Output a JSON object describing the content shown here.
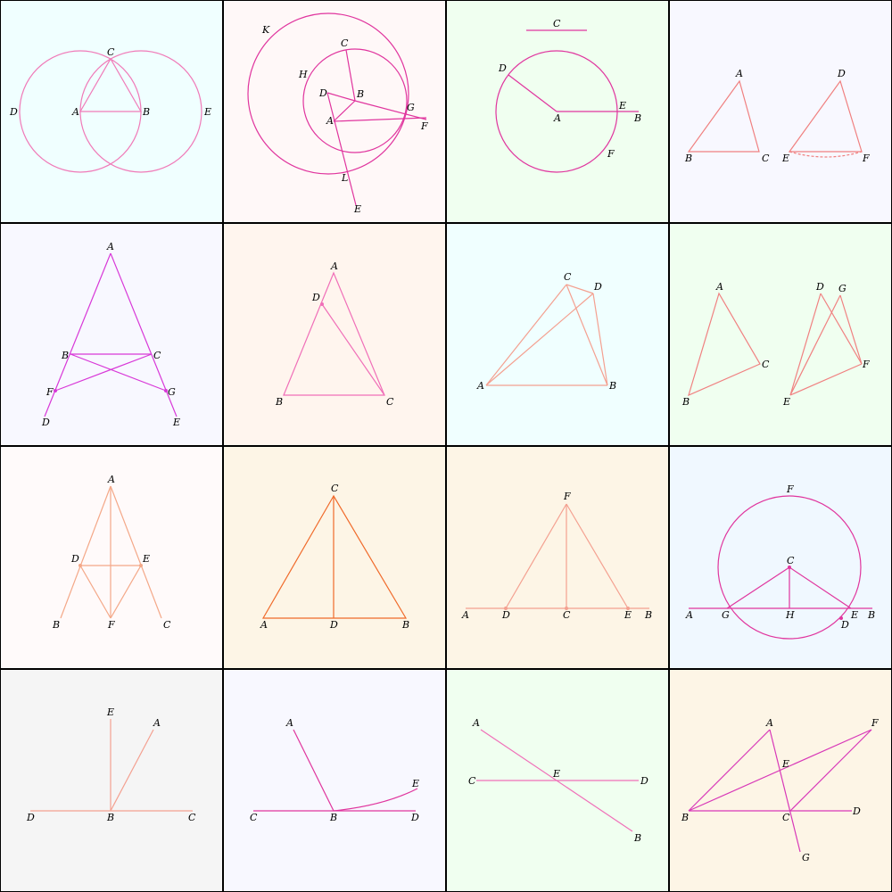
{
  "panels": [
    {
      "id": "p1",
      "bg": "#f0ffff",
      "stroke": "#f07ab8",
      "labels": [
        {
          "t": "C",
          "id": "c"
        },
        {
          "t": "D",
          "id": "d"
        },
        {
          "t": "A",
          "id": "a"
        },
        {
          "t": "B",
          "id": "b"
        },
        {
          "t": "E",
          "id": "e"
        }
      ]
    },
    {
      "id": "p2",
      "bg": "#fff8f8",
      "stroke": "#e0359e",
      "labels": [
        {
          "t": "K",
          "id": "k"
        },
        {
          "t": "C",
          "id": "c"
        },
        {
          "t": "H",
          "id": "h"
        },
        {
          "t": "D",
          "id": "d"
        },
        {
          "t": "B",
          "id": "b"
        },
        {
          "t": "A",
          "id": "a"
        },
        {
          "t": "G",
          "id": "g"
        },
        {
          "t": "F",
          "id": "f"
        },
        {
          "t": "L",
          "id": "l"
        },
        {
          "t": "E",
          "id": "e"
        }
      ]
    },
    {
      "id": "p3",
      "bg": "#f0fff0",
      "stroke": "#e0359e",
      "labels": [
        {
          "t": "C",
          "id": "c"
        },
        {
          "t": "D",
          "id": "d"
        },
        {
          "t": "A",
          "id": "a"
        },
        {
          "t": "E",
          "id": "e"
        },
        {
          "t": "B",
          "id": "b"
        },
        {
          "t": "F",
          "id": "f"
        }
      ]
    },
    {
      "id": "p4",
      "bg": "#f8f8ff",
      "stroke": "#f08080",
      "labels": [
        {
          "t": "A",
          "id": "a"
        },
        {
          "t": "B",
          "id": "b"
        },
        {
          "t": "C",
          "id": "c"
        },
        {
          "t": "D",
          "id": "d"
        },
        {
          "t": "E",
          "id": "e"
        },
        {
          "t": "F",
          "id": "f"
        }
      ]
    },
    {
      "id": "p5",
      "bg": "#f8f8ff",
      "stroke": "#d838d8",
      "labels": [
        {
          "t": "A",
          "id": "a"
        },
        {
          "t": "B",
          "id": "b"
        },
        {
          "t": "C",
          "id": "c"
        },
        {
          "t": "F",
          "id": "f"
        },
        {
          "t": "G",
          "id": "g"
        },
        {
          "t": "D",
          "id": "d"
        },
        {
          "t": "E",
          "id": "e"
        }
      ]
    },
    {
      "id": "p6",
      "bg": "#fff5ee",
      "stroke": "#f06fb8",
      "labels": [
        {
          "t": "A",
          "id": "a"
        },
        {
          "t": "D",
          "id": "d"
        },
        {
          "t": "B",
          "id": "b"
        },
        {
          "t": "C",
          "id": "c"
        }
      ]
    },
    {
      "id": "p7",
      "bg": "#f0ffff",
      "stroke": "#f4a090",
      "labels": [
        {
          "t": "C",
          "id": "c"
        },
        {
          "t": "D",
          "id": "d"
        },
        {
          "t": "A",
          "id": "a"
        },
        {
          "t": "B",
          "id": "b"
        }
      ]
    },
    {
      "id": "p8",
      "bg": "#f0fff0",
      "stroke": "#f08080",
      "labels": [
        {
          "t": "A",
          "id": "a"
        },
        {
          "t": "C",
          "id": "c"
        },
        {
          "t": "B",
          "id": "b"
        },
        {
          "t": "D",
          "id": "d"
        },
        {
          "t": "G",
          "id": "g"
        },
        {
          "t": "F",
          "id": "f"
        },
        {
          "t": "E",
          "id": "e"
        }
      ]
    },
    {
      "id": "p9",
      "bg": "#fffafa",
      "stroke": "#f4a888",
      "labels": [
        {
          "t": "A",
          "id": "a"
        },
        {
          "t": "D",
          "id": "d"
        },
        {
          "t": "E",
          "id": "e"
        },
        {
          "t": "B",
          "id": "b"
        },
        {
          "t": "F",
          "id": "f"
        },
        {
          "t": "C",
          "id": "c"
        }
      ]
    },
    {
      "id": "p10",
      "bg": "#fdf5e6",
      "stroke": "#f06a2a",
      "labels": [
        {
          "t": "C",
          "id": "c"
        },
        {
          "t": "A",
          "id": "a"
        },
        {
          "t": "D",
          "id": "d"
        },
        {
          "t": "B",
          "id": "b"
        }
      ]
    },
    {
      "id": "p11",
      "bg": "#fdf5e6",
      "stroke": "#f4a090",
      "labels": [
        {
          "t": "F",
          "id": "f"
        },
        {
          "t": "A",
          "id": "a"
        },
        {
          "t": "D",
          "id": "d"
        },
        {
          "t": "C",
          "id": "c"
        },
        {
          "t": "E",
          "id": "e"
        },
        {
          "t": "B",
          "id": "b"
        }
      ]
    },
    {
      "id": "p12",
      "bg": "#f0f8ff",
      "stroke": "#e0359e",
      "labels": [
        {
          "t": "F",
          "id": "f"
        },
        {
          "t": "C",
          "id": "c"
        },
        {
          "t": "A",
          "id": "a"
        },
        {
          "t": "G",
          "id": "g"
        },
        {
          "t": "H",
          "id": "h"
        },
        {
          "t": "E",
          "id": "e"
        },
        {
          "t": "B",
          "id": "b"
        },
        {
          "t": "D",
          "id": "d"
        }
      ]
    },
    {
      "id": "p13",
      "bg": "#f5f5f5",
      "stroke": "#f4a090",
      "labels": [
        {
          "t": "E",
          "id": "e"
        },
        {
          "t": "A",
          "id": "a"
        },
        {
          "t": "D",
          "id": "d"
        },
        {
          "t": "B",
          "id": "b"
        },
        {
          "t": "C",
          "id": "c"
        }
      ]
    },
    {
      "id": "p14",
      "bg": "#f8f8ff",
      "stroke": "#e0359e",
      "labels": [
        {
          "t": "A",
          "id": "a"
        },
        {
          "t": "E",
          "id": "e"
        },
        {
          "t": "C",
          "id": "c"
        },
        {
          "t": "B",
          "id": "b"
        },
        {
          "t": "D",
          "id": "d"
        }
      ]
    },
    {
      "id": "p15",
      "bg": "#f0fff0",
      "stroke": "#f06fb8",
      "labels": [
        {
          "t": "A",
          "id": "a"
        },
        {
          "t": "C",
          "id": "c"
        },
        {
          "t": "E",
          "id": "e"
        },
        {
          "t": "D",
          "id": "d"
        },
        {
          "t": "B",
          "id": "b"
        }
      ]
    },
    {
      "id": "p16",
      "bg": "#fdf5e6",
      "stroke": "#d838b8",
      "labels": [
        {
          "t": "A",
          "id": "a"
        },
        {
          "t": "F",
          "id": "f"
        },
        {
          "t": "E",
          "id": "e"
        },
        {
          "t": "B",
          "id": "b"
        },
        {
          "t": "C",
          "id": "c"
        },
        {
          "t": "D",
          "id": "d"
        },
        {
          "t": "G",
          "id": "g"
        }
      ]
    }
  ]
}
